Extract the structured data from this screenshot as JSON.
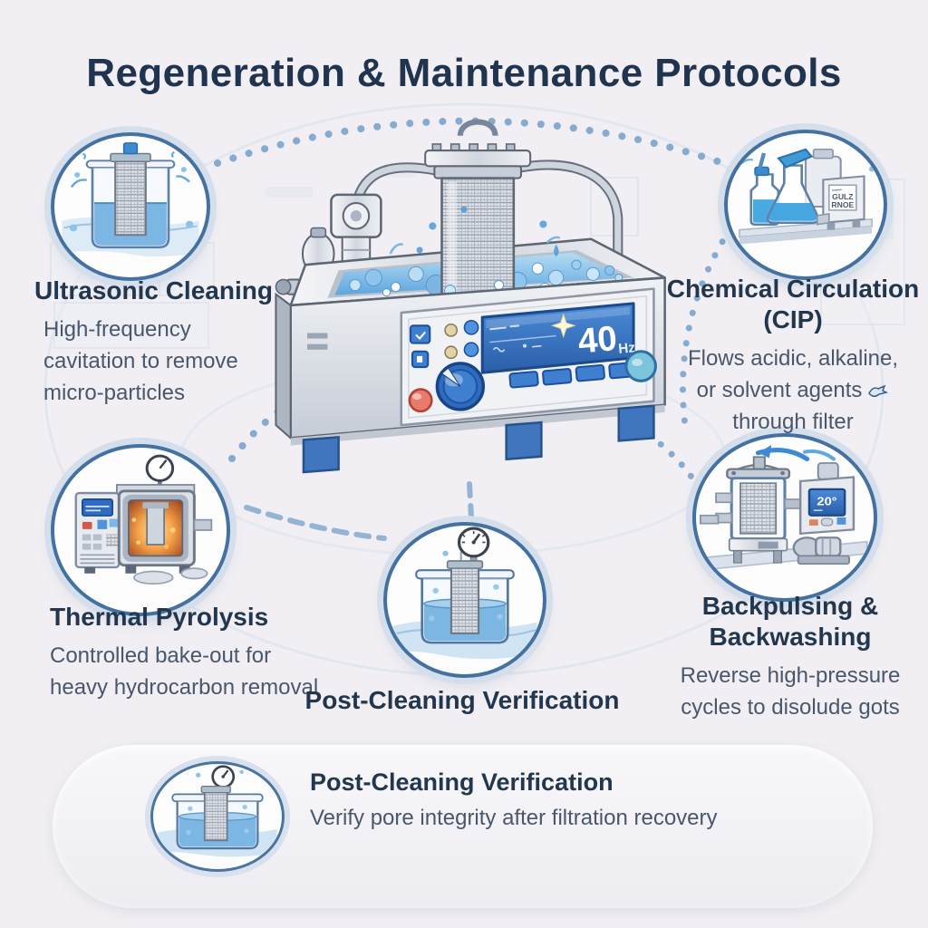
{
  "title": "Regeneration & Maintenance Protocols",
  "machine": {
    "display_value": "40",
    "display_unit": "Hz"
  },
  "nodes": {
    "ultrasonic": {
      "heading": "Ultrasonic Cleaning",
      "lines": [
        "High-frequency",
        "cavitation to remove",
        "micro-particles"
      ]
    },
    "chemical": {
      "heading1": "Chemical Circulation",
      "heading2": "(CIP)",
      "lines": [
        "Flows acidic, alkaline,",
        "or solvent agents",
        "through filter"
      ],
      "dispenser_label": [
        "GULZ",
        "RNOE"
      ]
    },
    "thermal": {
      "heading": "Thermal Pyrolysis",
      "lines": [
        "Controlled bake-out for",
        "heavy hydrocarbon removal"
      ]
    },
    "verification": {
      "heading": "Post-Cleaning Verification"
    },
    "backpulse": {
      "heading1": "Backpulsing &",
      "heading2": "Backwashing",
      "lines": [
        "Reverse high-pressure",
        "cycles to disolude gots"
      ],
      "device_display": "20°"
    }
  },
  "footer": {
    "heading": "Post-Cleaning Verification",
    "body": "Verify pore integrity after filtration recovery"
  },
  "colors": {
    "accent_blue": "#3f7fd0",
    "navy_text": "#22364e",
    "body_text": "#49576c",
    "circle_border": "#44719f",
    "dot_color": "#84a9cd",
    "water_blue": "#5ea6de",
    "alert_red": "#e87a6e"
  }
}
